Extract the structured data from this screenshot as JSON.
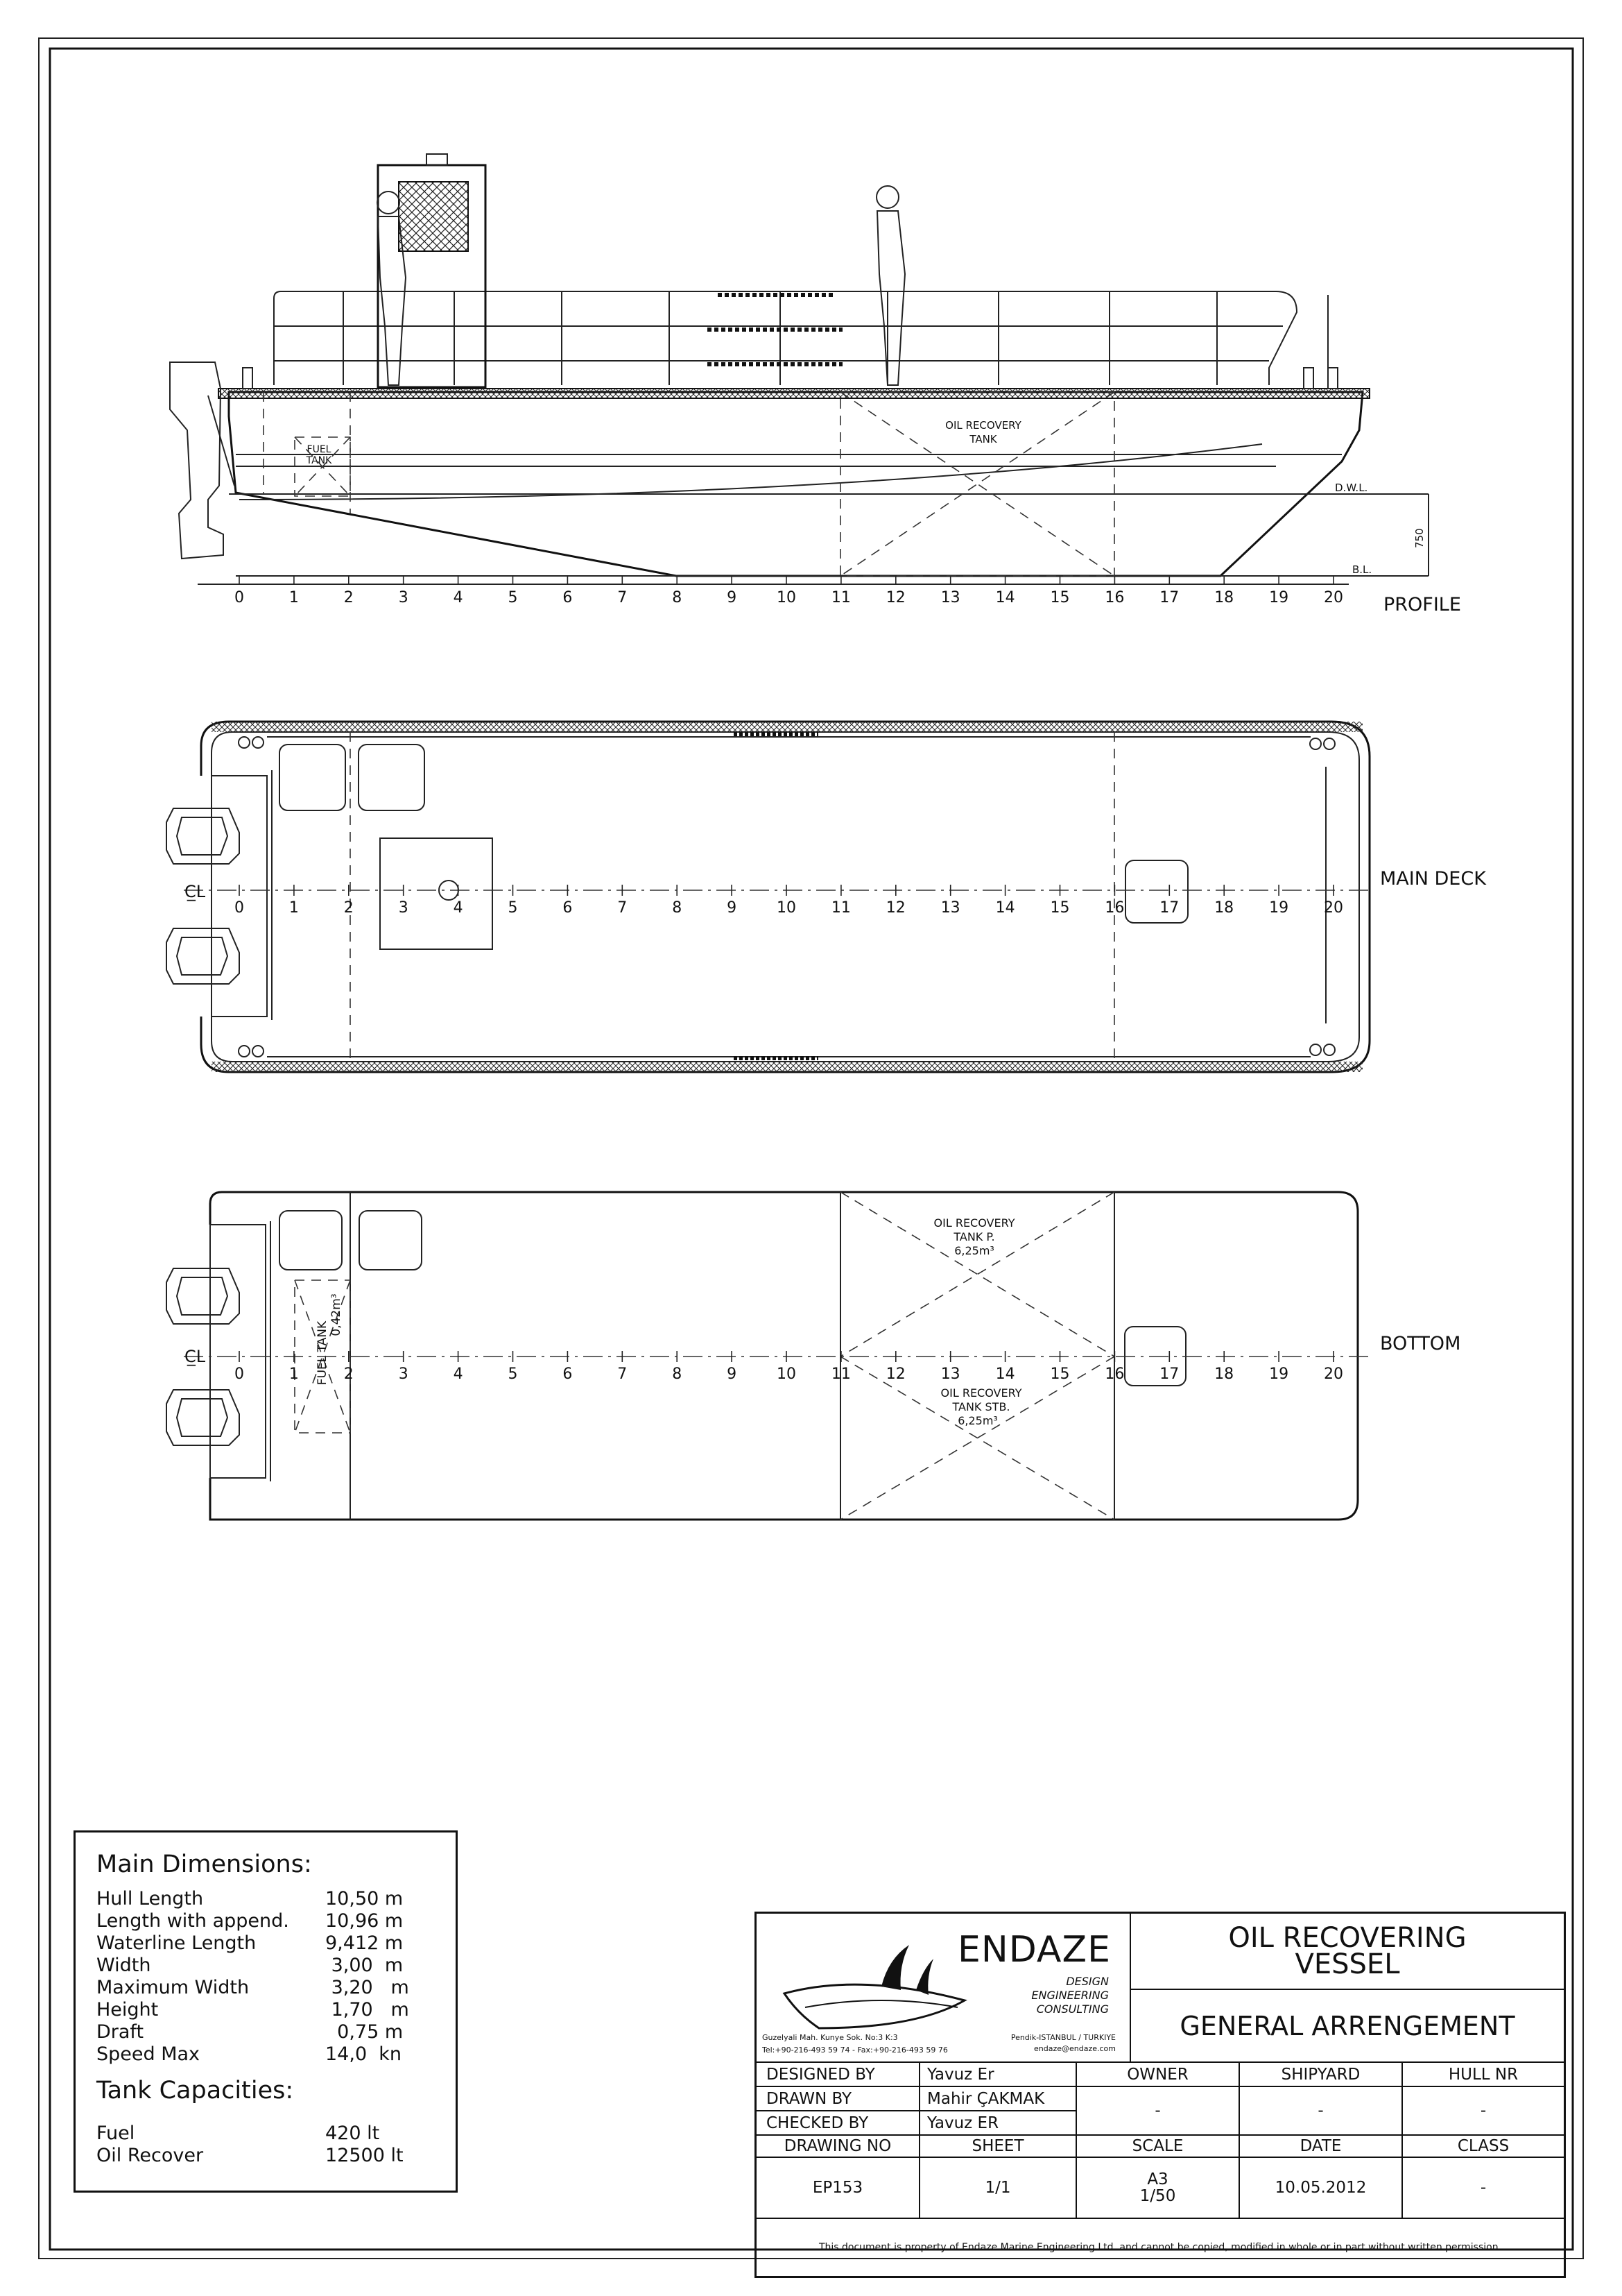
{
  "profile": {
    "view_label": "PROFILE",
    "tank_label_line1": "OIL RECOVERY",
    "tank_label_line2": "TANK",
    "fuel_label_line1": "FUEL",
    "fuel_label_line2": "TANK",
    "dwl_label": "D.W.L.",
    "bl_label": "B.L.",
    "draft_dim": "750"
  },
  "frames": [
    "0",
    "1",
    "2",
    "3",
    "4",
    "5",
    "6",
    "7",
    "8",
    "9",
    "10",
    "11",
    "12",
    "13",
    "14",
    "15",
    "16",
    "17",
    "18",
    "19",
    "20"
  ],
  "main_deck": {
    "view_label": "MAIN DECK",
    "centerline_mark": "C̲L"
  },
  "bottom": {
    "view_label": "BOTTOM",
    "centerline_mark": "C̲L",
    "fuel_tank_label": "FUEL TANK",
    "fuel_tank_volume": "0,42m³",
    "tank_p_line1": "OIL RECOVERY",
    "tank_p_line2": "TANK P.",
    "tank_p_volume": "6,25m³",
    "tank_s_line1": "OIL RECOVERY",
    "tank_s_line2": "TANK STB.",
    "tank_s_volume": "6,25m³"
  },
  "main_dimensions": {
    "heading": "Main Dimensions:",
    "rows": [
      {
        "k": "Hull Length",
        "v": "10,50 m"
      },
      {
        "k": "Length with append.",
        "v": "10,96 m"
      },
      {
        "k": "Waterline Length",
        "v": "9,412 m"
      },
      {
        "k": "Width",
        "v": " 3,00  m"
      },
      {
        "k": "Maximum Width",
        "v": " 3,20   m"
      },
      {
        "k": "Height",
        "v": " 1,70   m"
      },
      {
        "k": "Draft",
        "v": "  0,75 m"
      },
      {
        "k": "Speed Max",
        "v": "14,0  kn"
      }
    ]
  },
  "tank_capacities": {
    "heading": "Tank Capacities:",
    "rows": [
      {
        "k": "Fuel",
        "v": "420 lt"
      },
      {
        "k": "Oil Recover",
        "v": "12500 lt"
      }
    ]
  },
  "title_block": {
    "company": "ENDAZE",
    "tagline1": "DESIGN",
    "tagline2": "ENGINEERING",
    "tagline3": "CONSULTING",
    "address1": "Guzelyali Mah. Kunye Sok. No:3 K:3",
    "address2": "Tel:+90-216-493 59 74 - Fax:+90-216-493 59 76",
    "city": "Pendik-ISTANBUL / TURKIYE",
    "email": "endaze@endaze.com",
    "project_line1": "OIL RECOVERING",
    "project_line2": "VESSEL",
    "drawing_title": "GENERAL ARRENGEMENT",
    "designed_by_label": "DESIGNED BY",
    "designed_by": "Yavuz Er",
    "drawn_by_label": "DRAWN BY",
    "drawn_by": "Mahir ÇAKMAK",
    "checked_by_label": "CHECKED BY",
    "checked_by": "Yavuz ER",
    "owner_label": "OWNER",
    "owner": "-",
    "shipyard_label": "SHIPYARD",
    "shipyard": "-",
    "hull_nr_label": "HULL NR",
    "hull_nr": "-",
    "drawing_no_label": "DRAWING NO",
    "drawing_no": "EP153",
    "sheet_label": "SHEET",
    "sheet": "1/1",
    "scale_label": "SCALE",
    "scale_line1": "A3",
    "scale_line2": "1/50",
    "date_label": "DATE",
    "date": "10.05.2012",
    "class_label": "CLASS",
    "class": "-",
    "disclaimer": "This document is property of  Endaze Marine Engineering Ltd. and cannot be copied, modified in whole or in part without written permission."
  }
}
